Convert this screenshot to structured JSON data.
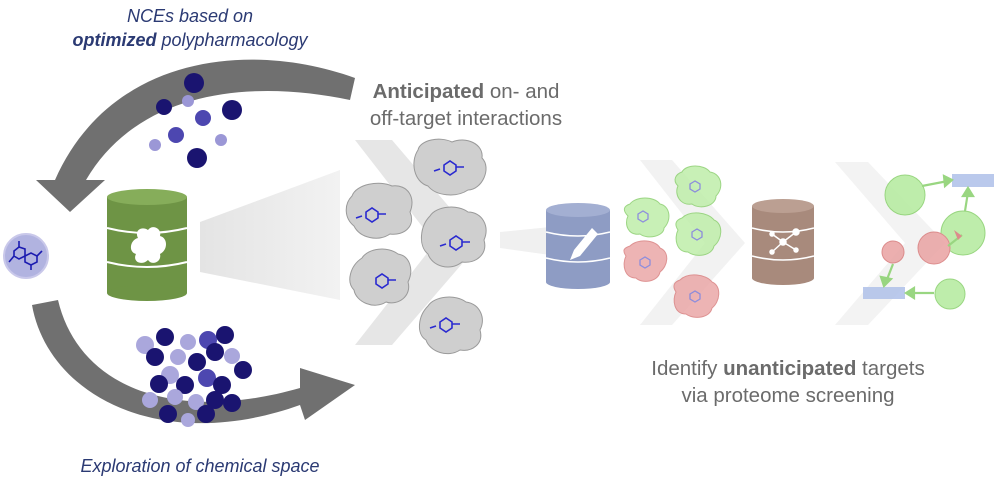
{
  "top_caption": {
    "line1": "NCEs based on",
    "line2_bold": "optimized",
    "line2_rest": " polypharmacology"
  },
  "bottom_caption": "Exploration of chemical space",
  "center_caption": {
    "line1_bold": "Anticipated",
    "line1_rest": " on- and",
    "line2": "off-target interactions"
  },
  "right_caption": {
    "line1_pre": "Identify ",
    "line1_bold": "unanticipated",
    "line1_rest": " targets",
    "line2": "via proteome screening"
  },
  "colors": {
    "navy": "#1a1470",
    "navy_light": "#a9a6d9",
    "database_green": "#6e9445",
    "database_blue": "#8e9cc4",
    "database_brown": "#a88a7c",
    "protein_grey": "#c8c8c8",
    "protein_green": "#b5e8a2",
    "protein_red": "#e7a0a0",
    "arrow_grey": "#6f6f6f",
    "funnel_grey": "#e6e6e6"
  },
  "icons": [
    "molecule-icon",
    "protein-icon",
    "database-icon",
    "pen-icon",
    "network-icon"
  ]
}
